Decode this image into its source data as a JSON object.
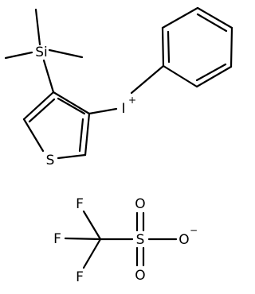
{
  "molecule": {
    "atoms": {
      "si": "Si",
      "iodine": "I",
      "iodine_charge": "+",
      "sulfur_ring": "S",
      "fluorine_top": "F",
      "fluorine_left": "F",
      "fluorine_bottom": "F",
      "sulfur_sulfonate": "S",
      "oxygen_top": "O",
      "oxygen_right": "O",
      "oxygen_right_charge": "−",
      "oxygen_bottom": "O"
    }
  }
}
